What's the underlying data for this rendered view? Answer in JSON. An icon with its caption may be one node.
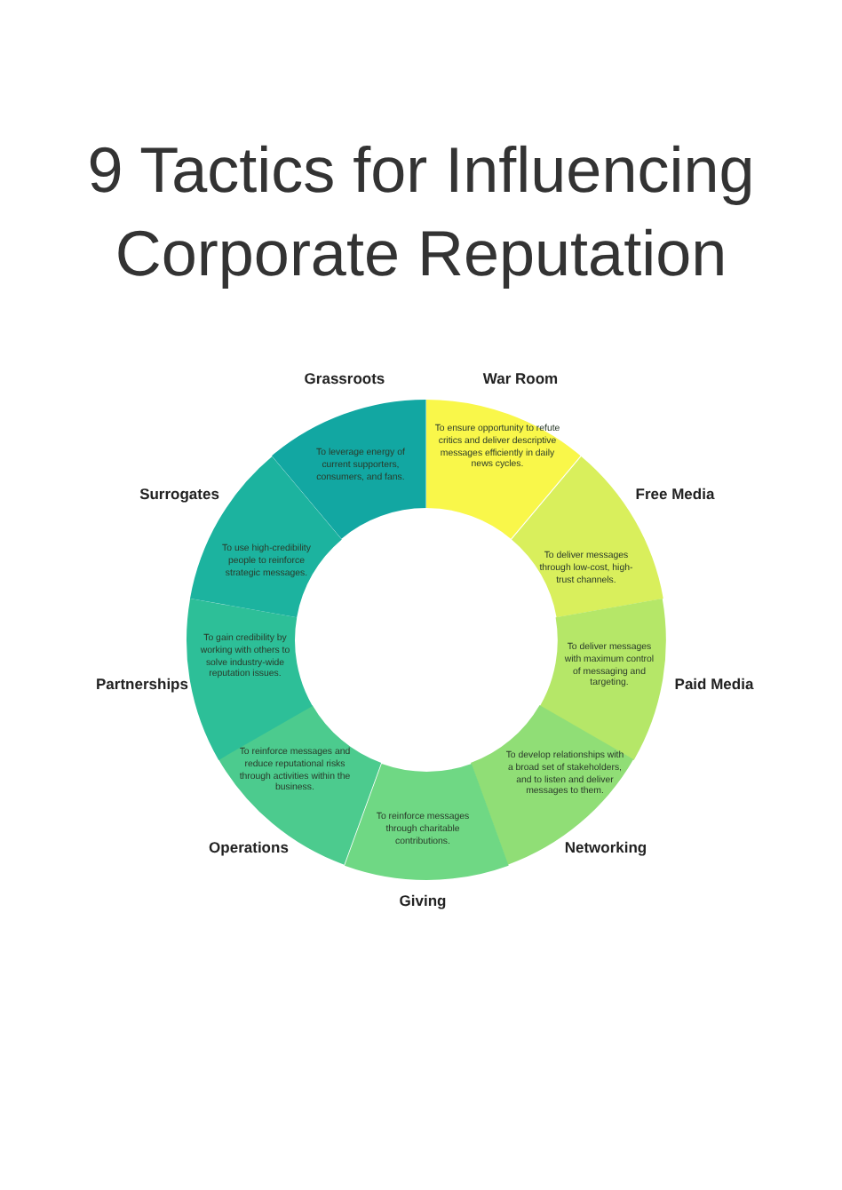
{
  "diagram": {
    "title": "9 Tactics for Influencing Corporate Reputation",
    "nodes": [
      {
        "text": [
          "To ensure opportunity to refute critics and deliver descriptive messages efficiently in daily news cycles."
        ],
        "beside": [
          "War Room"
        ]
      },
      {
        "text": [
          "To deliver messages through low-cost, high-trust channels."
        ],
        "beside": [
          "Free Media"
        ]
      },
      {
        "text": [
          "To deliver messages with maximum control of messaging and targeting."
        ],
        "beside": [
          "Paid Media"
        ]
      },
      {
        "text": [
          "To develop relationships with a broad set of stakeholders, and to listen and deliver messages to them."
        ],
        "beside": [
          "Networking"
        ]
      },
      {
        "text": [
          "To reinforce messages through charitable contributions."
        ],
        "beside": [
          "Giving"
        ]
      },
      {
        "text": [
          "To reinforce messages and reduce reputational risks through activities within the business."
        ],
        "beside": [
          "Operations"
        ]
      },
      {
        "text": [
          "To gain credibility by working with others to solve industry-wide reputation issues."
        ],
        "beside": [
          "Partnerships"
        ]
      },
      {
        "text": [
          "To use high-credibility people to reinforce strategic messages."
        ],
        "beside": [
          "Surrogates"
        ]
      },
      {
        "text": [
          "To leverage energy of current supporters, consumers, and fans."
        ],
        "beside": [
          "Grassroots"
        ]
      }
    ]
  }
}
